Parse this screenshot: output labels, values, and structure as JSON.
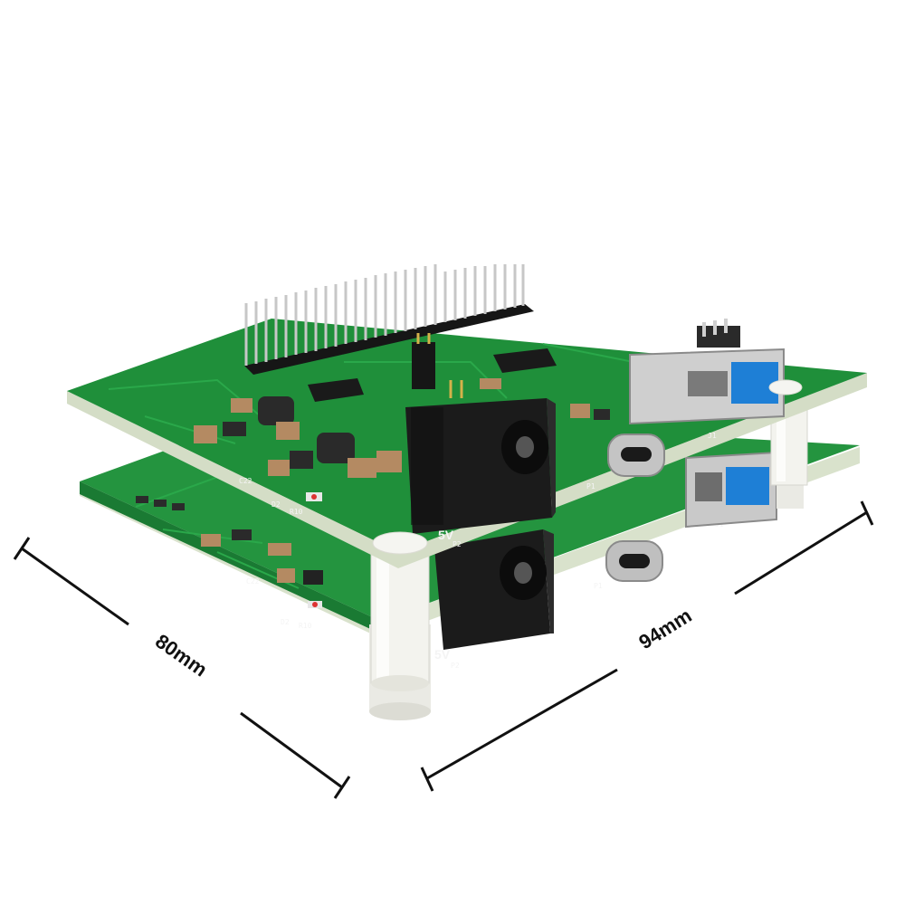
{
  "dimensions": {
    "width_label": "80mm",
    "length_label": "94mm"
  },
  "silkscreen": {
    "power_label_top": "5V",
    "power_label_bottom": "5V",
    "jack_ref_top": "P2",
    "jack_ref_bottom": "P2",
    "usbc_ref_top": "P1",
    "usbc_ref_bottom": "P1",
    "led_ref_top": "D2",
    "led_ref_bottom": "D2",
    "res_ref_top": "R10",
    "res_ref_bottom": "R10",
    "cap_ref_top": "C22",
    "cap_ref_bottom": "C22",
    "usba_ref_top": "J1",
    "usba_ref_bottom": "J1"
  },
  "colors": {
    "pcb_green": "#1f8f3a",
    "pcb_edge": "#c9d6b8",
    "usb3_blue": "#1e7fd6",
    "jack_black": "#1b1b1b",
    "standoff_white": "#f3f3ee"
  }
}
